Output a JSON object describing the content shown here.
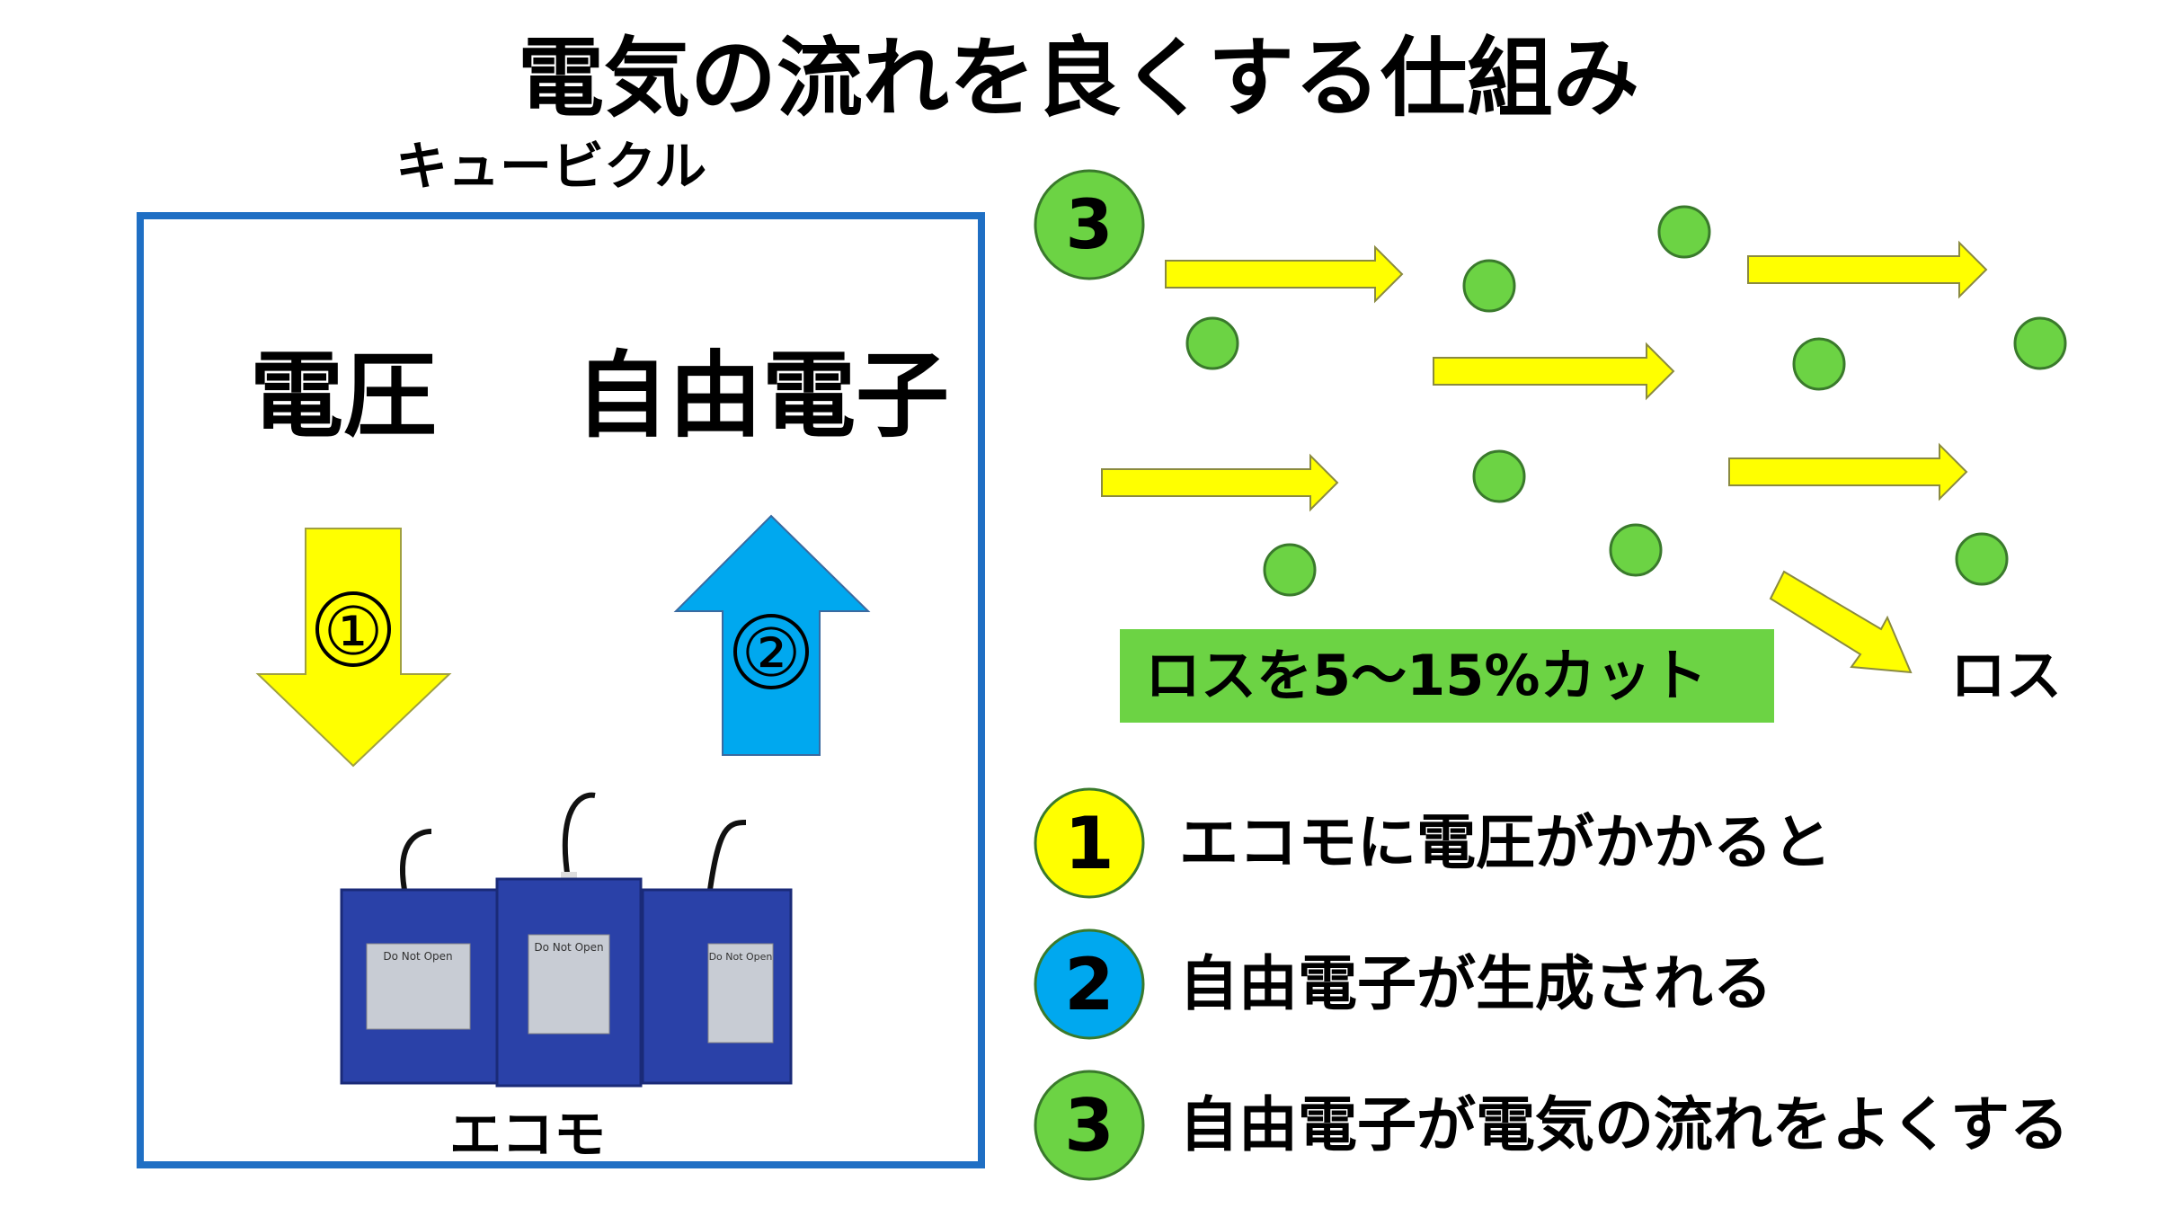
{
  "title": "電気の流れを良くする仕組み",
  "cubicle": {
    "label": "キュービクル"
  },
  "labels": {
    "voltage": "電圧",
    "free_electrons": "自由電子",
    "ecomo": "エコモ",
    "arrow1_badge": "①",
    "arrow2_badge": "②",
    "loss_cut": "ロスを5～15%カット",
    "loss": "ロス",
    "diagram_badge": "3"
  },
  "legend": [
    {
      "number": "1",
      "text": "エコモに電圧がかかると",
      "color": "#ffff00"
    },
    {
      "number": "2",
      "text": "自由電子が生成される",
      "color": "#00a8ef"
    },
    {
      "number": "3",
      "text": "自由電子が電気の流れをよくする",
      "color": "#6cd344"
    }
  ],
  "device": {
    "plate_text": "Do Not Open"
  },
  "colors": {
    "box_border": "#1f6fc4",
    "voltage_arrow": "#ffff00",
    "electron_arrow": "#00a8ef",
    "electron": "#6cd344",
    "flow_arrow": "#ffff00",
    "loss_bar": "#6cd344",
    "device_body": "#2a41a8"
  }
}
